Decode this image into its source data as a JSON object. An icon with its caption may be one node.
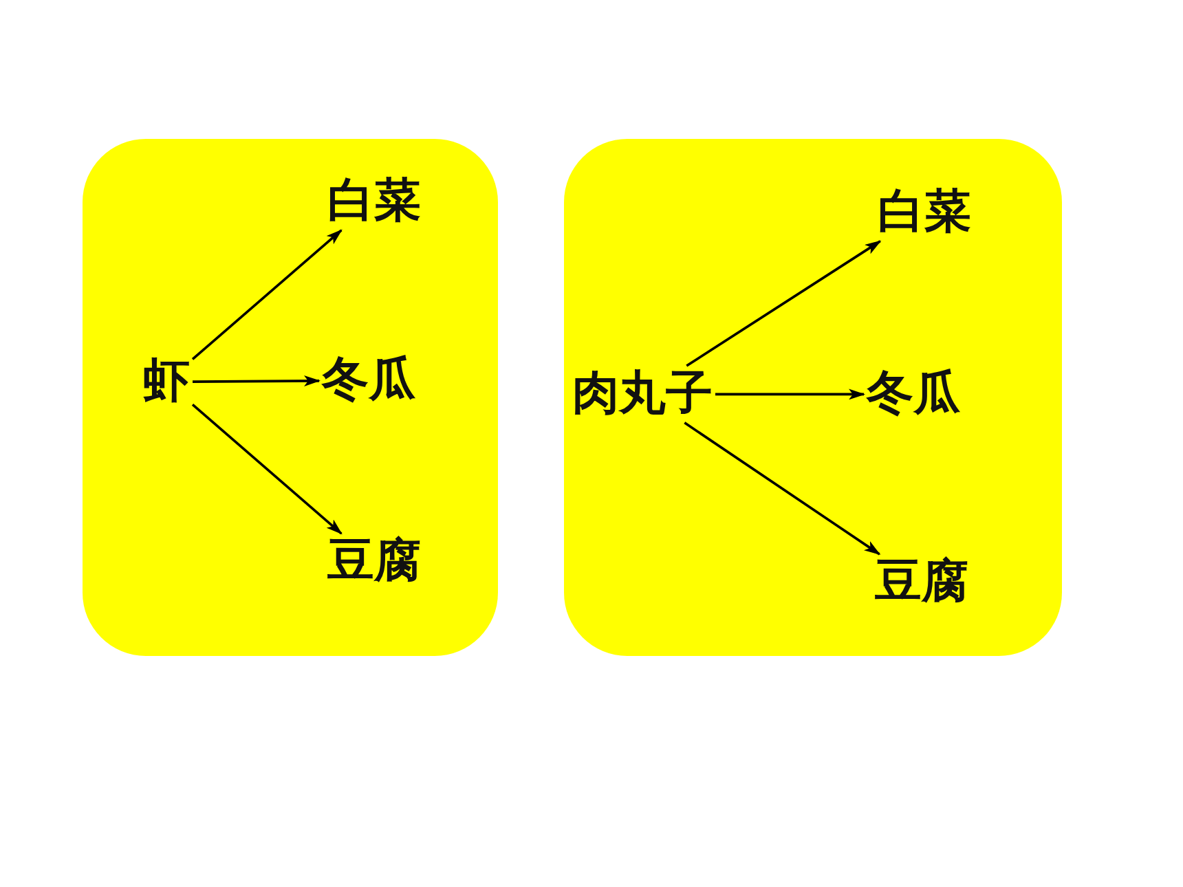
{
  "diagram": {
    "nodes": [
      {
        "text": [],
        "shape": "box"
      },
      {
        "text": [
          "虾"
        ],
        "in": 0
      },
      {
        "text": [
          "白菜"
        ],
        "in": 0
      },
      {
        "text": [
          "冬瓜"
        ],
        "in": 0
      },
      {
        "text": [
          "豆腐"
        ],
        "in": 0
      },
      {
        "text": [],
        "shape": "box"
      },
      {
        "text": [
          "肉丸子"
        ],
        "in": 5
      },
      {
        "text": [
          "白菜"
        ],
        "in": 5
      },
      {
        "text": [
          "冬瓜"
        ],
        "in": 5
      },
      {
        "text": [
          "豆腐"
        ],
        "in": 5
      }
    ],
    "edges": [
      {
        "from": 1,
        "to": 2,
        "arrow": "to"
      },
      {
        "from": 1,
        "to": 3,
        "arrow": "to"
      },
      {
        "from": 1,
        "to": 4,
        "arrow": "to"
      },
      {
        "from": 6,
        "to": 7,
        "arrow": "to"
      },
      {
        "from": 6,
        "to": 8,
        "arrow": "to"
      },
      {
        "from": 6,
        "to": 9,
        "arrow": "to"
      }
    ]
  }
}
